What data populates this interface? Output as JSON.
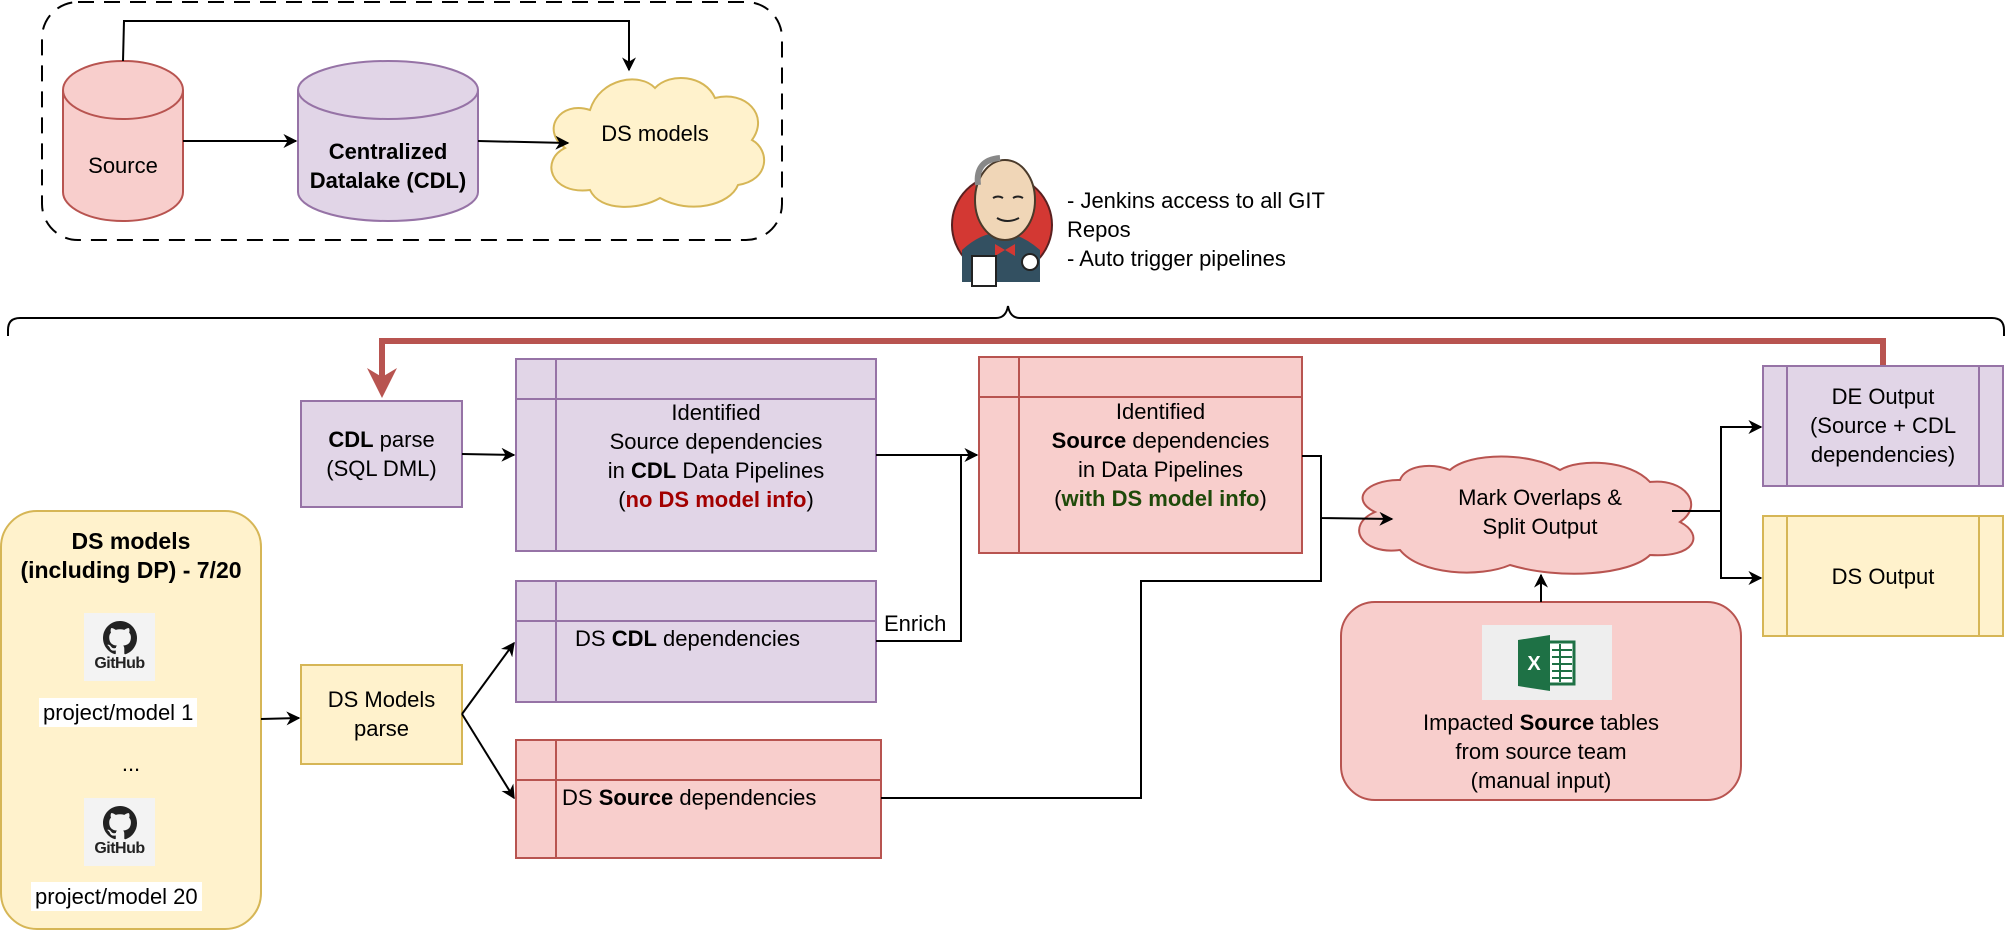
{
  "top_panel": {
    "source_label": "Source",
    "cdl_label": "Centralized\nDatalake (CDL)",
    "ds_models_cloud_label": "DS models"
  },
  "jenkins": {
    "icon": "jenkins-butler-icon",
    "notes": "- Jenkins access to all GIT\nRepos\n- Auto trigger pipelines"
  },
  "ds_models_group": {
    "title": "DS models\n(including DP) - 7/20",
    "repos": [
      {
        "icon": "github-icon",
        "brand": "GitHub",
        "label": "project/model 1"
      },
      {
        "icon": "github-icon",
        "brand": "GitHub",
        "label": "project/model 20"
      }
    ],
    "ellipsis": "..."
  },
  "nodes": {
    "cdl_parse": {
      "bold": "CDL",
      "rest": " parse",
      "line2": "(SQL DML)"
    },
    "ds_models_parse": {
      "label": "DS Models\nparse"
    },
    "identified_cdl": {
      "line1": "Identified",
      "line2": "Source dependencies",
      "line3_pre": "in ",
      "line3_bold": "CDL",
      "line3_post": " Data Pipelines",
      "line4_pre": "(",
      "line4_highlight": "no DS model info",
      "line4_post": ")"
    },
    "ds_cdl_deps": {
      "pre": "DS ",
      "bold": "CDL",
      "post": " dependencies"
    },
    "ds_source_deps": {
      "pre": "DS ",
      "bold": "Source",
      "post": " dependencies"
    },
    "identified_source": {
      "line1": "Identified",
      "line2_bold": "Source",
      "line2_post": " dependencies",
      "line3": "in Data Pipelines",
      "line4_pre": "(",
      "line4_highlight": "with DS model info",
      "line4_post": ")"
    },
    "mark_overlaps": {
      "label": "Mark Overlaps &\nSplit Output"
    },
    "impacted_source": {
      "icon": "excel-icon",
      "line1_pre": "Impacted ",
      "line1_bold": "Source",
      "line1_post": " tables",
      "line2": "from source team",
      "line3": "(manual input)"
    },
    "de_output": {
      "label": "DE Output\n(Source + CDL\ndependencies)"
    },
    "ds_output": {
      "label": "DS Output"
    }
  },
  "edges": {
    "enrich_label": "Enrich"
  },
  "colors": {
    "red_fill": "#f8cecc",
    "red_stroke": "#b85450",
    "purple_fill": "#e1d5e7",
    "purple_stroke": "#9673a6",
    "yellow_fill": "#fff2cc",
    "yellow_stroke": "#d6b656",
    "feedback_arrow": "#b85450",
    "negative_text": "#a20000",
    "positive_text": "#1f4a0a"
  }
}
